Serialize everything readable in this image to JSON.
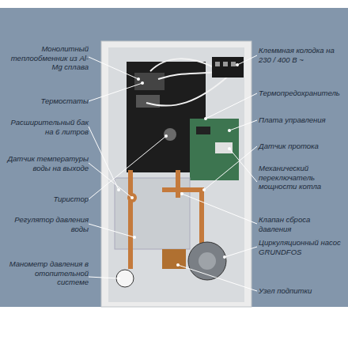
{
  "diagram": {
    "labels": [
      "Монолитный теплообменник из Al-Mg сплава",
      "Термостаты",
      "Расширительный бак на 6 литров",
      "Датчик температуры воды на выходе",
      "Тиристор",
      "Регулятор давления воды",
      "Манометр давления в отопительной системе",
      "Клеммная колодка на 230 / 400 В ~",
      "Термопредохранитель",
      "Плата управления",
      "Датчик протока",
      "Механический переключатель мощности котла",
      "Клапан сброса давления",
      "Циркуляционный насос GRUNDFOS",
      "Узел подпитки"
    ]
  }
}
